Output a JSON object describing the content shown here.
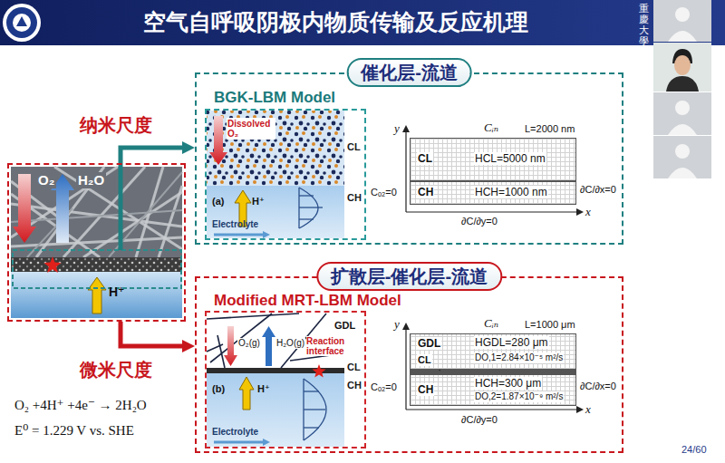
{
  "diagram": {
    "title": "空气自呼吸阴极内物质传输及反应机理",
    "nodes": [
      {
        "text": [
          "O₂",
          "H₂O",
          "H⁺"
        ]
      },
      {
        "text": [
          "催化层-流道",
          "BGK-LBM Model"
        ]
      },
      {
        "text": [
          "Dissolved O₂",
          "(a)",
          "H⁺",
          "CL",
          "CH",
          "Electrolyte"
        ],
        "in": 1
      },
      {
        "text": [
          "CL",
          "HCL=5000 nm"
        ],
        "in": 1
      },
      {
        "text": [
          "CH",
          "HCH=1000 nm"
        ],
        "in": 1
      },
      {
        "text": [
          "扩散层-催化层-流道",
          "Modified MRT-LBM Model"
        ]
      },
      {
        "text": [
          "GDL",
          "O₂(g)",
          "H₂O(g)",
          "Reaction interface",
          "CL",
          "CH",
          "H⁺",
          "(b)",
          "Electrolyte"
        ],
        "in": 5
      },
      {
        "text": [
          "GDL",
          "HGDL=280 μm",
          "DO,1=2.84×10⁻⁵ m²/s"
        ],
        "in": 5
      },
      {
        "text": [
          "CH",
          "HCH=300 μm",
          "DO,2=1.87×10⁻⁹ m²/s"
        ],
        "in": 5
      }
    ],
    "edges": [
      {
        "from": 0,
        "to": 1,
        "arrow": "to"
      },
      {
        "from": 0,
        "to": 5,
        "arrow": "to"
      }
    ],
    "labels": [
      "重慶大學",
      "纳米尺度",
      "微米尺度",
      "O₂ +4H⁺ +4e⁻ → 2H₂O",
      "E⁰ = 1.229 V vs. SHE",
      "y",
      "Cᵢₙ",
      "L=2000 nm",
      "Cₒ₂=0",
      "∂C/∂x=0",
      "∂C/∂y=0",
      "x",
      "y",
      "Cᵢₙ",
      "L=1000 μm",
      "CL",
      "Cₒ₂=0",
      "∂C/∂x=0",
      "∂C/∂y=0",
      "x",
      "24/60"
    ]
  }
}
